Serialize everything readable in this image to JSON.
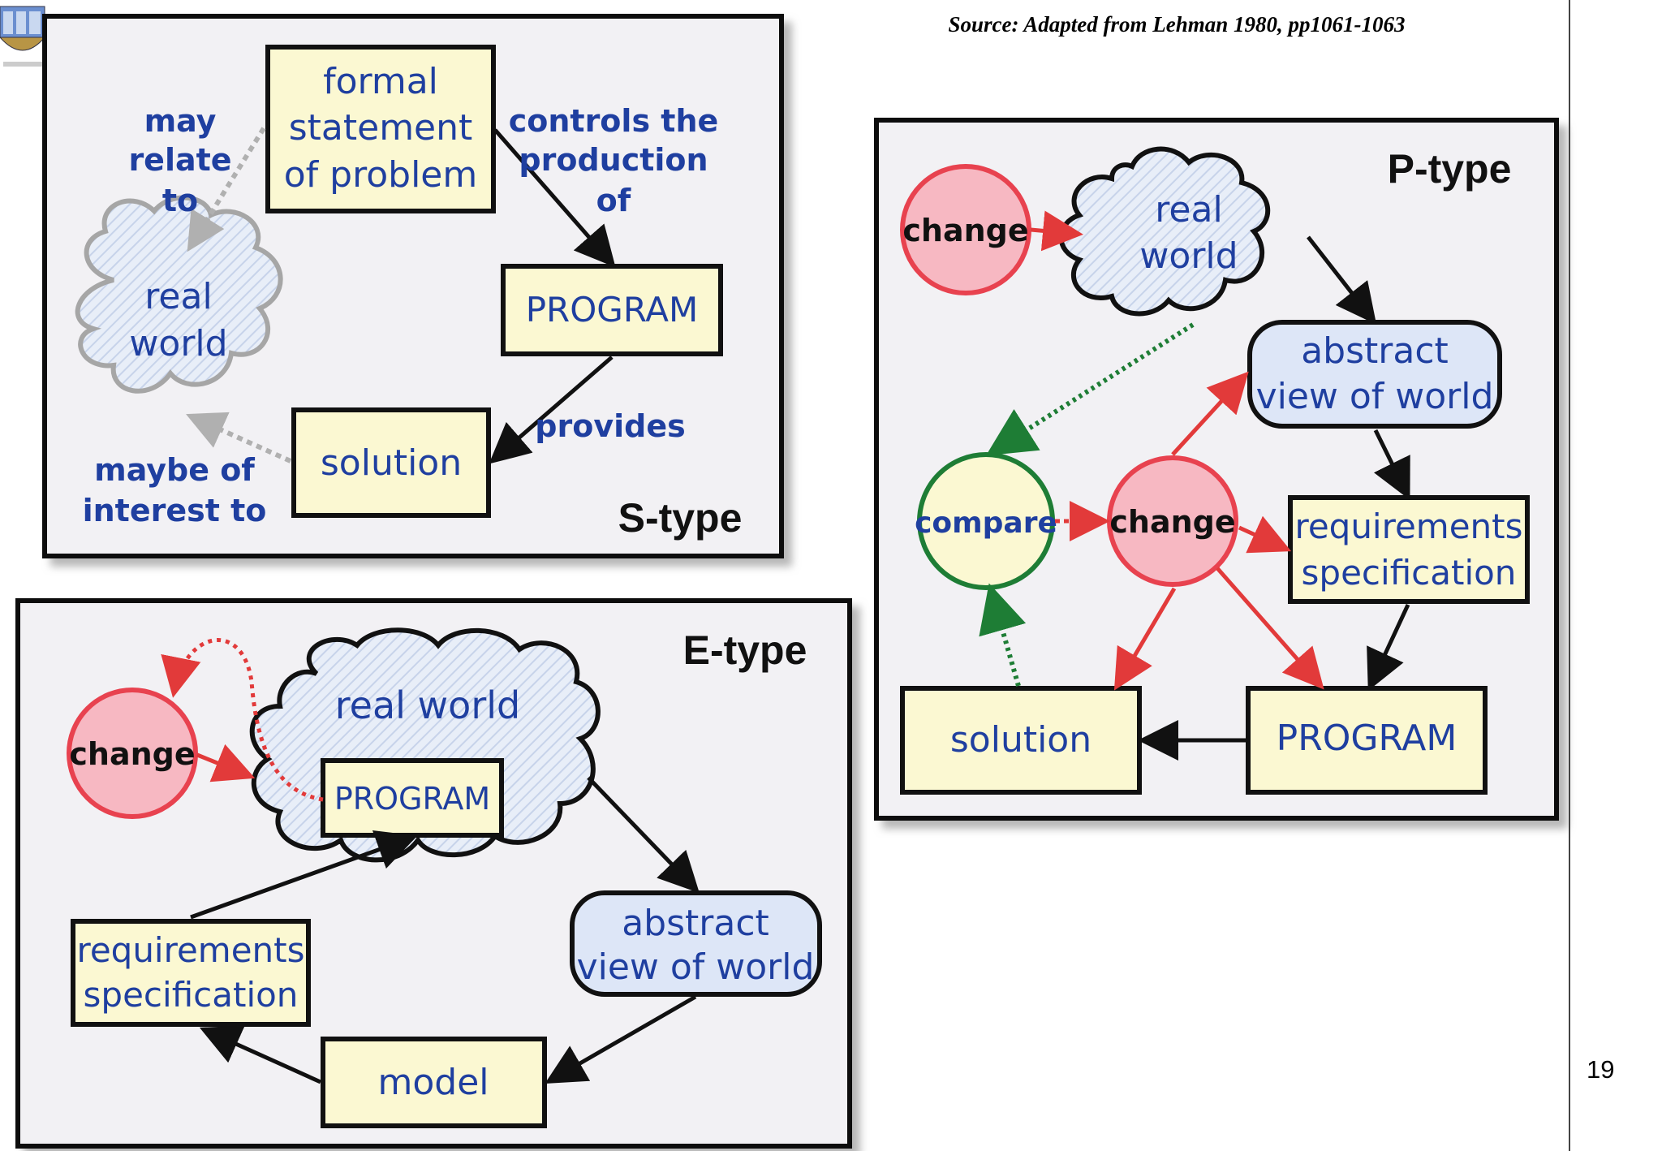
{
  "source": "Source: Adapted from Lehman 1980, pp1061-1063",
  "page_number": "19",
  "colors": {
    "box_fill": "#fbf8d2",
    "cloud_fill": "#e4ebf6",
    "abstract_fill": "#dde6f7",
    "change_fill": "#f7b8c2",
    "change_stroke": "#e8424f",
    "compare_stroke": "#1e7d35",
    "label_blue": "#1f3fa0",
    "panel_fill": "#f2f1f4"
  },
  "s_type": {
    "title": "S-type",
    "formal_l1": "formal",
    "formal_l2": "statement",
    "formal_l3": "of problem",
    "program": "PROGRAM",
    "solution": "solution",
    "real_l1": "real",
    "real_l2": "world",
    "may_l1": "may",
    "may_l2": "relate",
    "may_l3": "to",
    "controls_l1": "controls the",
    "controls_l2": "production",
    "controls_l3": "of",
    "provides": "provides",
    "maybe_l1": "maybe of",
    "maybe_l2": "interest to"
  },
  "e_type": {
    "title": "E-type",
    "change": "change",
    "real_world": "real world",
    "program": "PROGRAM",
    "abstract_l1": "abstract",
    "abstract_l2": "view of world",
    "req_l1": "requirements",
    "req_l2": "specification",
    "model": "model"
  },
  "p_type": {
    "title": "P-type",
    "change_top": "change",
    "real_l1": "real",
    "real_l2": "world",
    "abstract_l1": "abstract",
    "abstract_l2": "view of world",
    "compare": "compare",
    "change_mid": "change",
    "req_l1": "requirements",
    "req_l2": "specification",
    "solution": "solution",
    "program": "PROGRAM"
  }
}
